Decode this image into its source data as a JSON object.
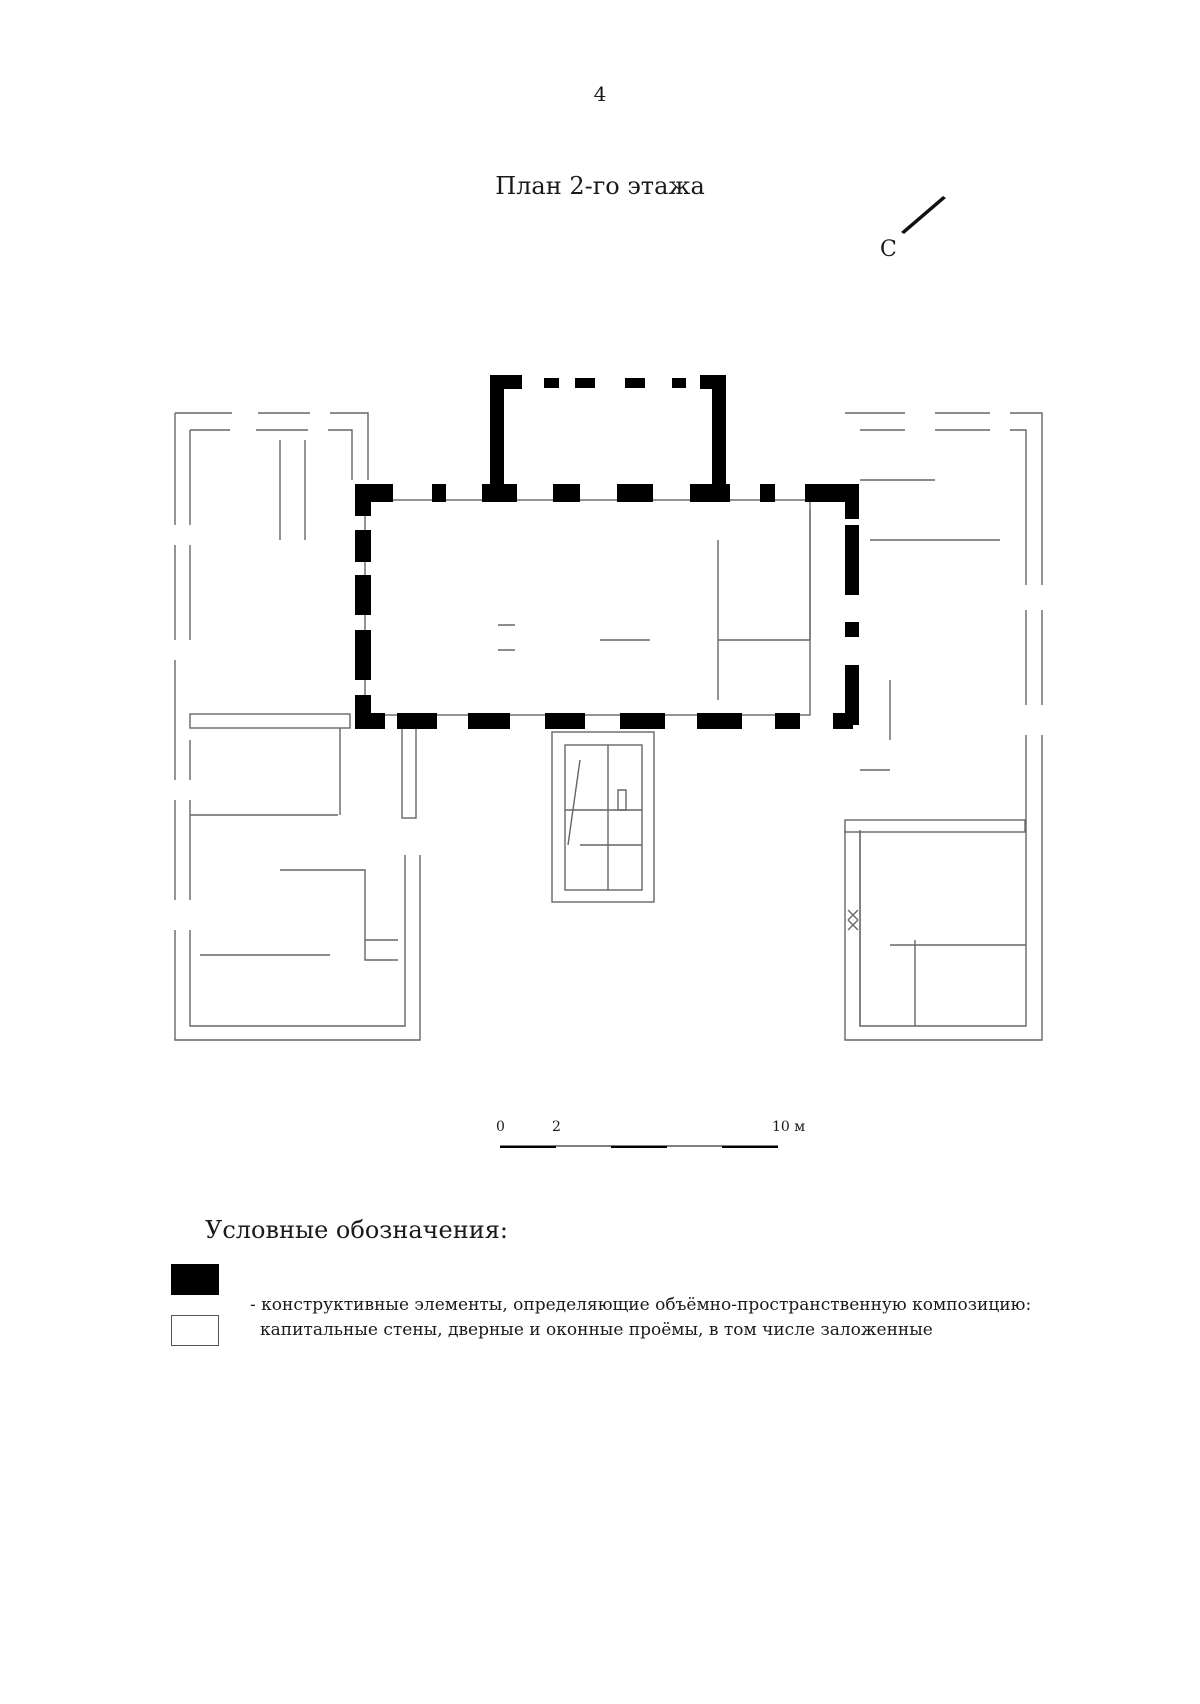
{
  "page_number": "4",
  "title": "План 2-го этажа",
  "north": {
    "label": "С"
  },
  "scale": {
    "labels": [
      "0",
      "2",
      "10 м"
    ]
  },
  "legend": {
    "heading": "Условные обозначения:",
    "line1": "- конструктивные элементы, определяющие объёмно-пространственную композицию:",
    "line2": "капитальные стены, дверные и оконные проёмы, в том числе заложенные"
  },
  "colors": {
    "structural": "#000000",
    "outline": "#555555",
    "background": "#ffffff"
  }
}
